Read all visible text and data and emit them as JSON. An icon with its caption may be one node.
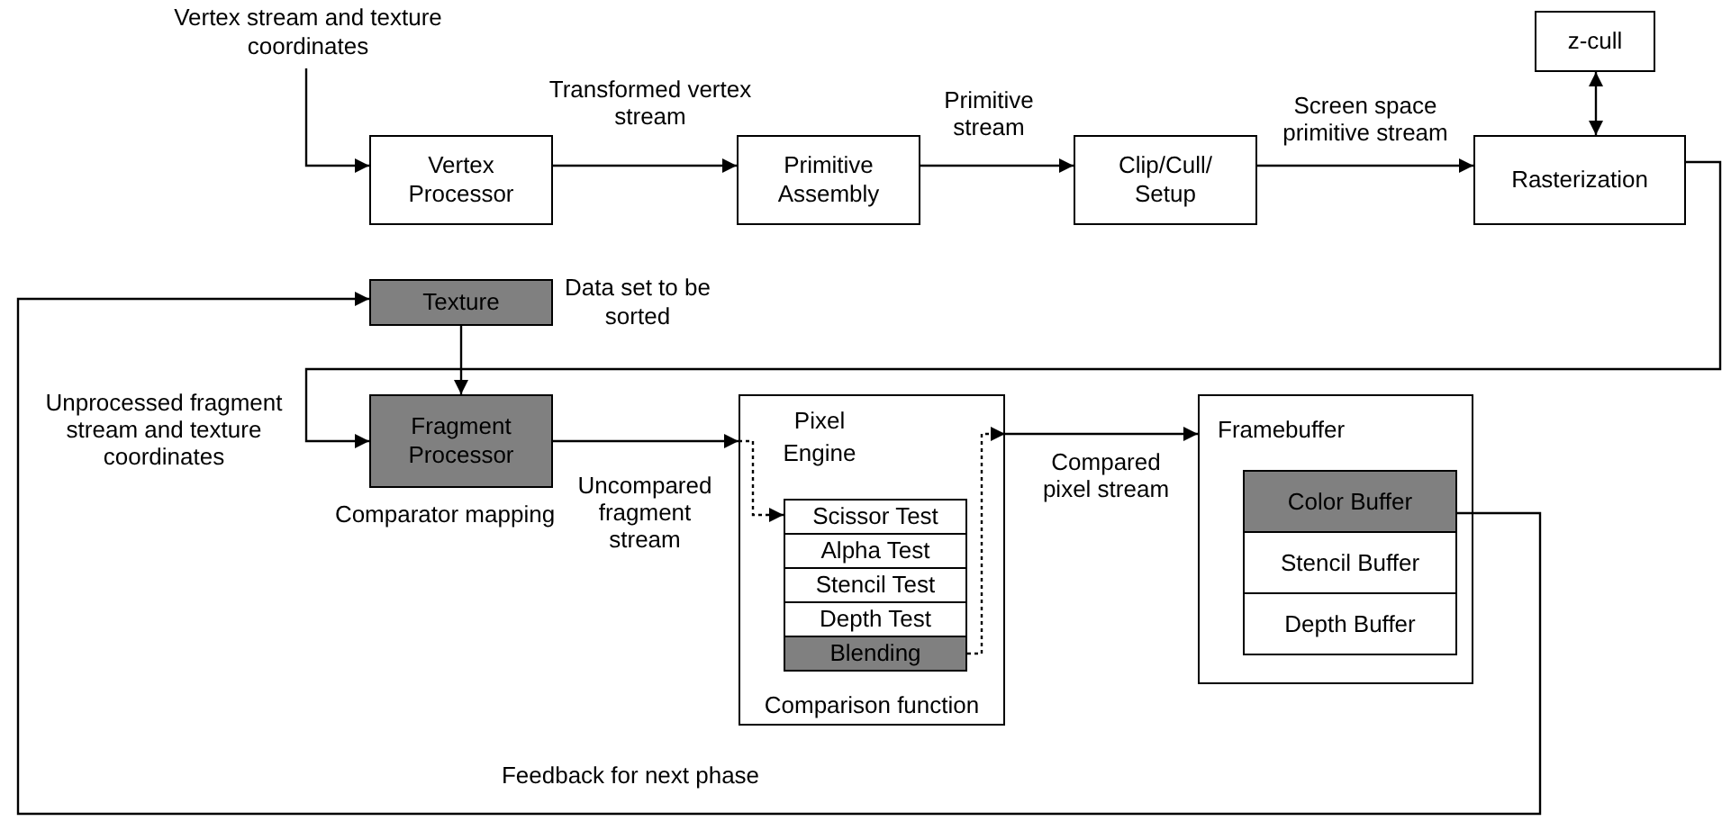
{
  "diagram": {
    "nodes": [
      {
        "text": [
          "Vertex stream and texture coordinates"
        ]
      },
      {
        "text": [
          "Vertex Processor"
        ]
      },
      {
        "text": [
          "Primitive Assembly"
        ]
      },
      {
        "text": [
          "Clip/Cull/ Setup"
        ]
      },
      {
        "text": [
          "Rasterization"
        ]
      },
      {
        "text": [
          "z-cull"
        ]
      },
      {
        "text": [
          "Texture"
        ],
        "beside": [
          "Data set to be sorted"
        ]
      },
      {
        "text": [
          "Fragment Processor"
        ],
        "beside": [
          "Comparator mapping"
        ]
      },
      {
        "text": [
          "Pixel Engine",
          "Comparison function"
        ]
      },
      {
        "text": [
          "Scissor Test"
        ],
        "in": 8
      },
      {
        "text": [
          "Alpha Test"
        ],
        "in": 8
      },
      {
        "text": [
          "Stencil Test"
        ],
        "in": 8
      },
      {
        "text": [
          "Depth Test"
        ],
        "in": 8
      },
      {
        "text": [
          "Blending"
        ],
        "in": 8
      },
      {
        "text": [
          "Framebuffer"
        ]
      },
      {
        "text": [
          "Color Buffer"
        ],
        "in": 14
      },
      {
        "text": [
          "Stencil Buffer"
        ],
        "in": 14
      },
      {
        "text": [
          "Depth Buffer"
        ],
        "in": 14
      }
    ],
    "edges": [
      {
        "from": 0,
        "to": 1,
        "arrow": "to"
      },
      {
        "from": 1,
        "to": 2,
        "arrow": "to",
        "label": "Transformed vertex stream"
      },
      {
        "from": 2,
        "to": 3,
        "arrow": "to",
        "label": "Primitive stream"
      },
      {
        "from": 3,
        "to": 4,
        "arrow": "to",
        "label": "Screen space primitive stream"
      },
      {
        "from": 4,
        "to": 5,
        "arrow": "both"
      },
      {
        "from": 4,
        "to": 7,
        "arrow": "to",
        "label": "Unprocessed fragment stream and texture coordinates"
      },
      {
        "from": 6,
        "to": 7,
        "arrow": "to"
      },
      {
        "from": 7,
        "to": 8,
        "arrow": "to",
        "label": "Uncompared fragment stream"
      },
      {
        "from": 8,
        "to": 9,
        "arrow": "to",
        "style": "dashed"
      },
      {
        "from": 13,
        "to": 8,
        "arrow": "to",
        "style": "dashed"
      },
      {
        "from": 8,
        "to": 14,
        "arrow": "to",
        "label": "Compared pixel stream"
      },
      {
        "from": 15,
        "to": 6,
        "arrow": "to",
        "label": "Feedback for next phase"
      }
    ]
  }
}
